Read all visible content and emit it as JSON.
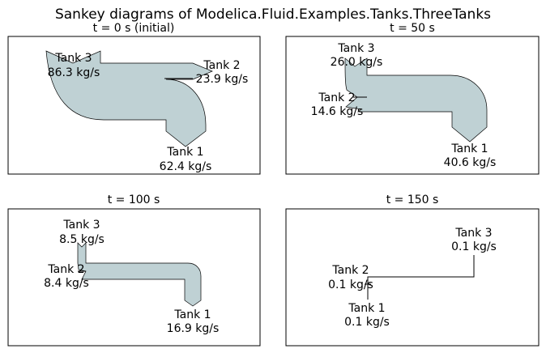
{
  "figure": {
    "title": "Sankey diagrams of Modelica.Fluid.Examples.Tanks.ThreeTanks",
    "colors": {
      "flow_fill": "#bfd1d4",
      "stroke": "#000000",
      "background": "#ffffff"
    }
  },
  "panels": [
    {
      "title": "t = 0 s (initial)",
      "flows": [
        {
          "name": "Tank 3",
          "value": "86.3 kg/s"
        },
        {
          "name": "Tank 2",
          "value": "23.9 kg/s"
        },
        {
          "name": "Tank 1",
          "value": "62.4 kg/s"
        }
      ]
    },
    {
      "title": "t = 50 s",
      "flows": [
        {
          "name": "Tank 3",
          "value": "26.0 kg/s"
        },
        {
          "name": "Tank 2",
          "value": "14.6 kg/s"
        },
        {
          "name": "Tank 1",
          "value": "40.6 kg/s"
        }
      ]
    },
    {
      "title": "t = 100 s",
      "flows": [
        {
          "name": "Tank 3",
          "value": "8.5 kg/s"
        },
        {
          "name": "Tank 2",
          "value": "8.4 kg/s"
        },
        {
          "name": "Tank 1",
          "value": "16.9 kg/s"
        }
      ]
    },
    {
      "title": "t = 150 s",
      "flows": [
        {
          "name": "Tank 3",
          "value": "0.1 kg/s"
        },
        {
          "name": "Tank 2",
          "value": "0.1 kg/s"
        },
        {
          "name": "Tank 1",
          "value": "0.1 kg/s"
        }
      ]
    }
  ]
}
